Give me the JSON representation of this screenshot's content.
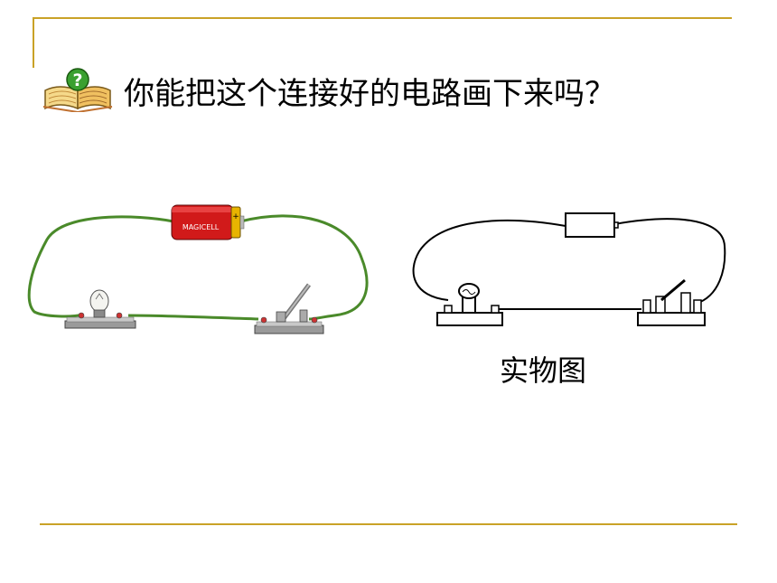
{
  "slide": {
    "title": "你能把这个连接好的电路画下来吗？",
    "caption": "实物图",
    "battery_brand": "MAGICELL",
    "battery_plus": "+"
  },
  "colors": {
    "rule": "#c9a227",
    "wire_photo": "#4a8a2a",
    "wire_schematic": "#000000",
    "battery_body": "#d11a1a",
    "battery_cap": "#e8b400"
  },
  "icons": {
    "title_icon": "book-question-icon"
  }
}
